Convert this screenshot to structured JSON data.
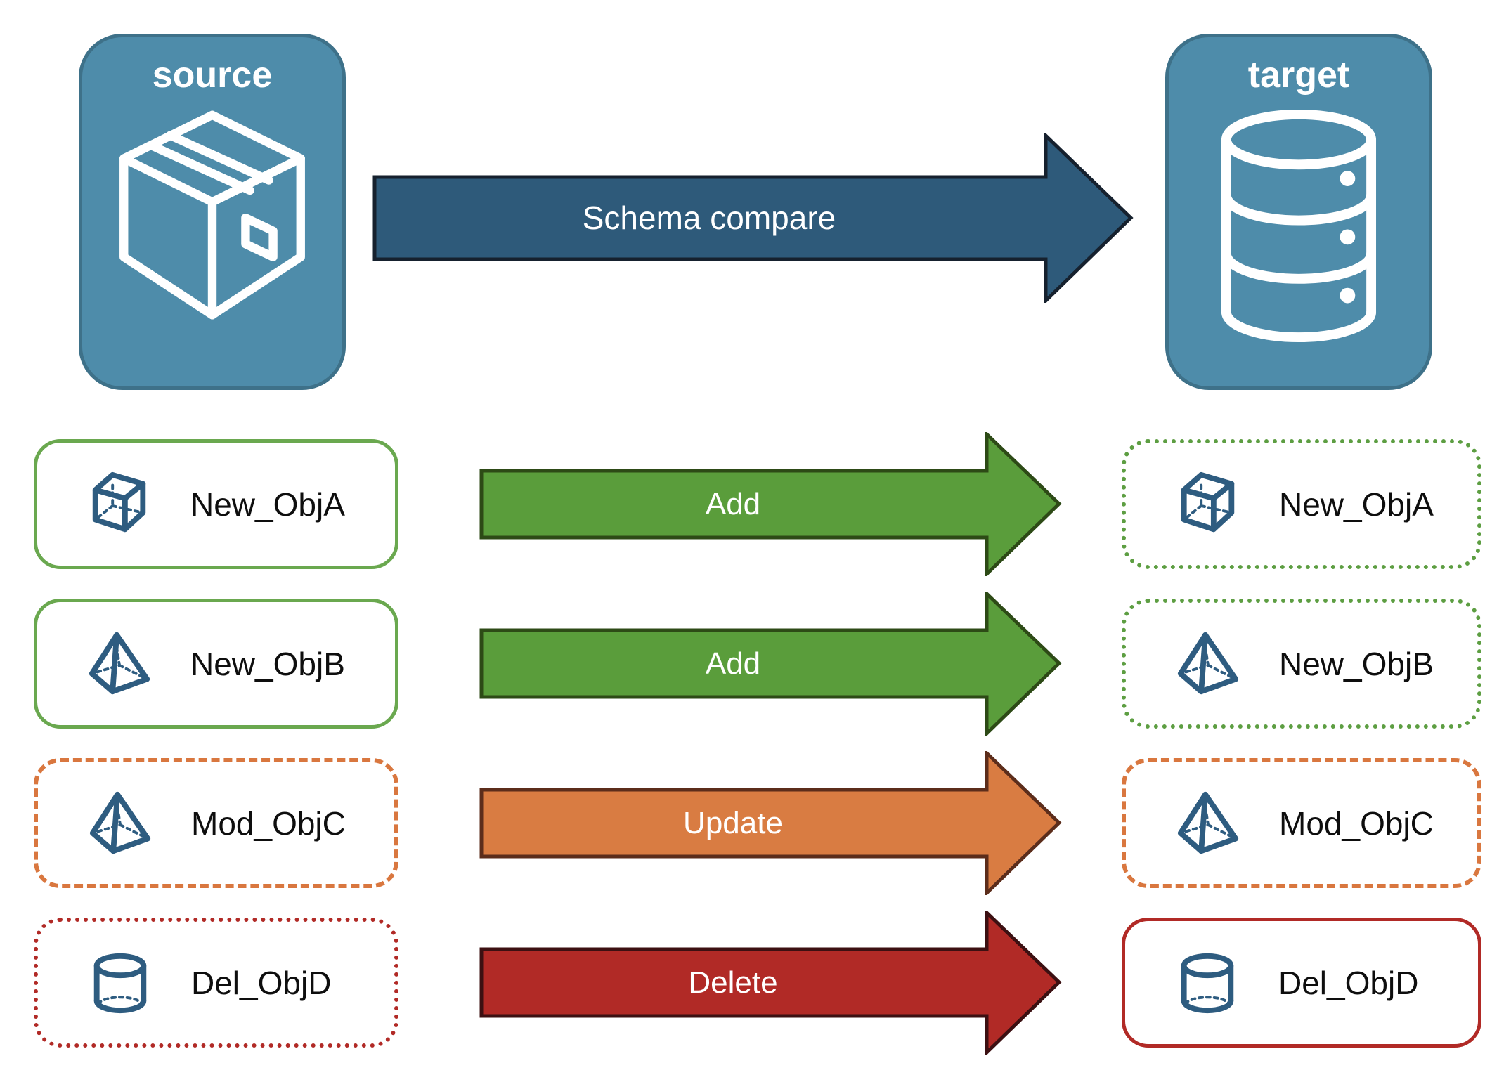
{
  "diagram": {
    "source": {
      "label": "source",
      "icon": "package-icon"
    },
    "target": {
      "label": "target",
      "icon": "database-icon"
    },
    "compare_arrow": {
      "label": "Schema compare"
    }
  },
  "rows": [
    {
      "name": "New_ObjA",
      "action": "Add",
      "icon": "cube-icon",
      "source_border": "green-solid",
      "target_border": "green-dotted"
    },
    {
      "name": "New_ObjB",
      "action": "Add",
      "icon": "pyramid-icon",
      "source_border": "green-solid",
      "target_border": "green-dotted"
    },
    {
      "name": "Mod_ObjC",
      "action": "Update",
      "icon": "pyramid-icon",
      "source_border": "orange-dashed",
      "target_border": "orange-dashed"
    },
    {
      "name": "Del_ObjD",
      "action": "Delete",
      "icon": "cylinder-icon",
      "source_border": "red-dotted",
      "target_border": "red-solid"
    }
  ],
  "colors": {
    "node_fill": "#4e8caa",
    "node_border": "#3e7189",
    "compare_arrow_fill": "#2e5a7a",
    "compare_arrow_border": "#16212e",
    "add_arrow_fill": "#5a9d3b",
    "add_arrow_border": "#2d4a16",
    "update_arrow_fill": "#d97c42",
    "update_arrow_border": "#5c2d1b",
    "delete_arrow_fill": "#b12a26",
    "delete_arrow_border": "#3c1012",
    "green_border": "#6aa84f",
    "orange_border": "#d9773f",
    "red_border": "#b12a26",
    "object_icon_stroke": "#2e5c80",
    "label_text": "#0e0e0e",
    "arrow_text": "#ffffff"
  }
}
